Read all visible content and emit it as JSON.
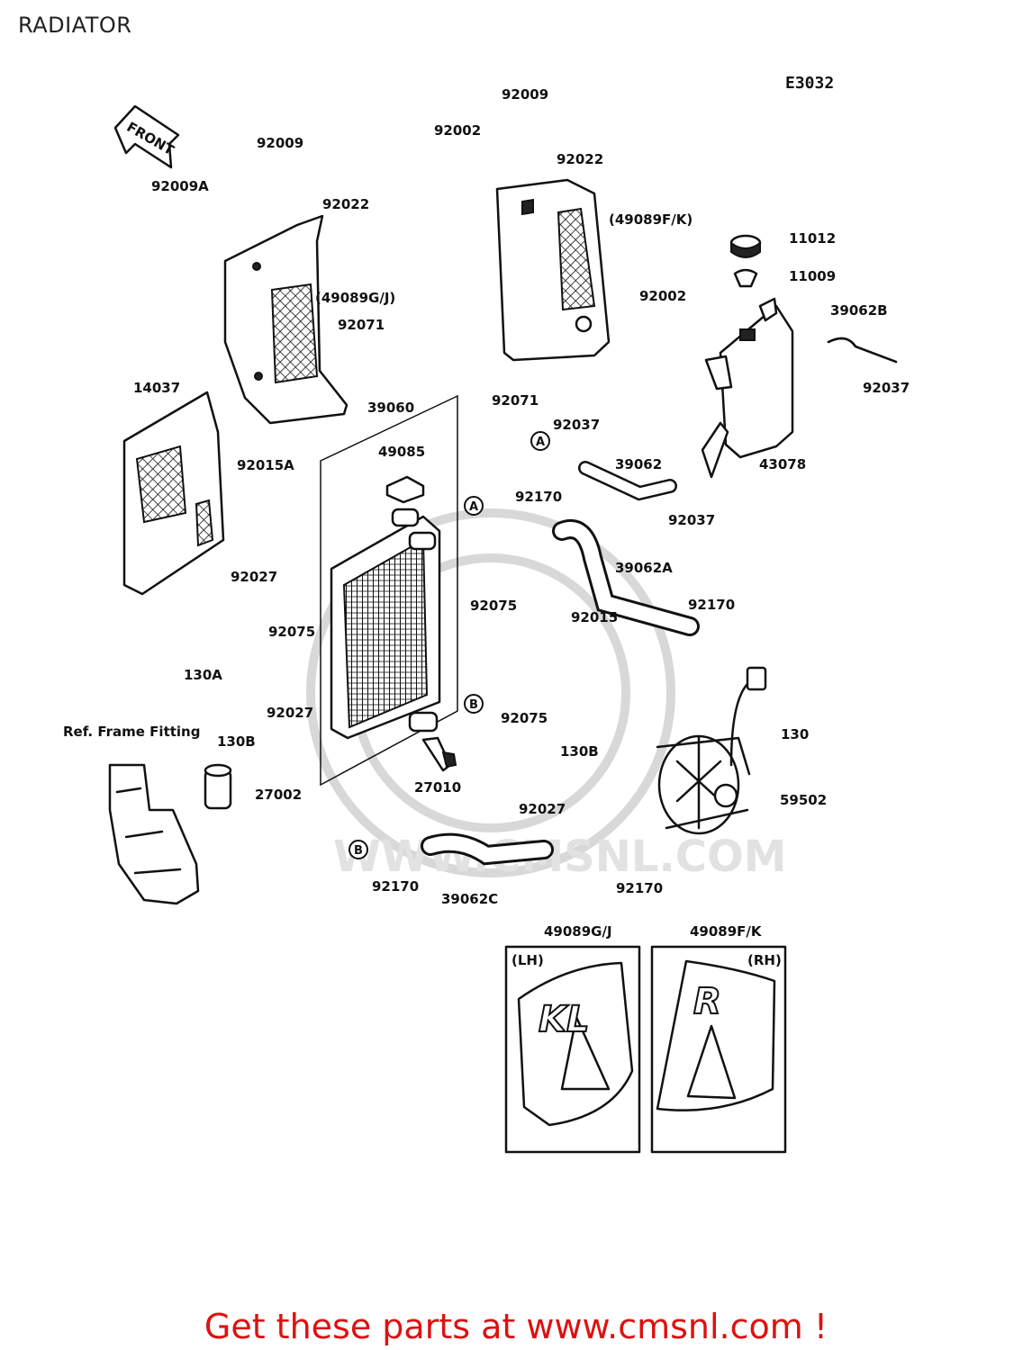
{
  "page": {
    "title": "RADIATOR",
    "diagram_code": "E3032"
  },
  "promo": {
    "text": "Get these parts at www.cmsnl.com !"
  },
  "watermark": {
    "text": "WWW.CMSNL.COM"
  },
  "front_arrow": {
    "label": "FRONT"
  },
  "section_note": {
    "label": "Ref. Frame Fitting"
  },
  "callouts": [
    "92009",
    "92009A",
    "92009",
    "92022",
    "92002",
    "92022",
    "(49089G/J)",
    "(49089F/K)",
    "11012",
    "11009",
    "92002",
    "39062B",
    "92071",
    "92071",
    "92037",
    "14037",
    "39060",
    "49085",
    "92037",
    "39062",
    "43078",
    "92015A",
    "92170",
    "92037",
    "39062A",
    "92027",
    "92075",
    "92075",
    "92015",
    "92170",
    "130A",
    "92027",
    "130B",
    "92075",
    "130B",
    "130",
    "27010",
    "27002",
    "92027",
    "59502",
    "92170",
    "39062C",
    "92170"
  ],
  "circle_refs": [
    "A",
    "B",
    "A",
    "B"
  ],
  "inset": {
    "lh": {
      "part": "49089G/J",
      "side": "(LH)",
      "decal": "KL"
    },
    "rh": {
      "part": "49089F/K",
      "side": "(RH)",
      "decal": "R"
    }
  }
}
